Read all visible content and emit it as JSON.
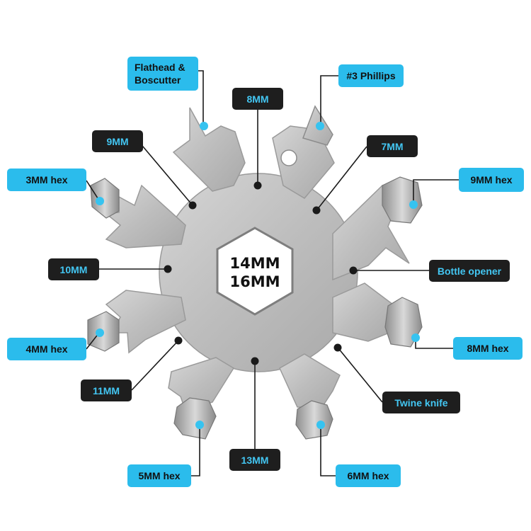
{
  "colors": {
    "dark_label_bg": "#1e1e1e",
    "dark_label_text": "#43c6f2",
    "blue_label_bg": "#2bbcec",
    "blue_label_text": "#111111",
    "pointer_line": "#1a1a1a",
    "blue_dot": "#36c3f0",
    "steel": "#c4c4c4",
    "steel_edge": "#9a9a9a"
  },
  "center": {
    "line1": "14MM",
    "line2": "16MM"
  },
  "labels": {
    "flathead": "Flathead &\nBoscutter",
    "phillips": "#3 Phillips",
    "mm8": "8MM",
    "mm9": "9MM",
    "mm7": "7MM",
    "hex3": "3MM hex",
    "hex9": "9MM hex",
    "mm10": "10MM",
    "bottle": "Bottle opener",
    "hex4": "4MM hex",
    "hex8": "8MM hex",
    "mm11": "11MM",
    "twine": "Twine knife",
    "hex5": "5MM hex",
    "mm13": "13MM",
    "hex6": "6MM hex"
  }
}
